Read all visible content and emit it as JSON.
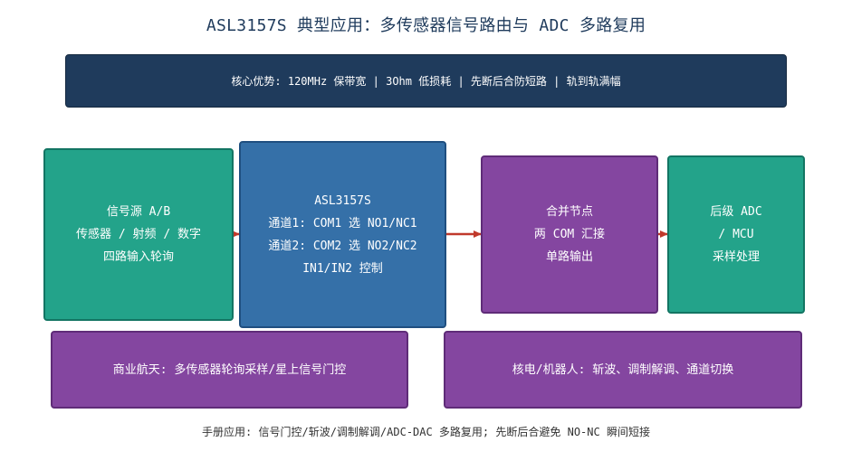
{
  "title": "ASL3157S 典型应用：多传感器信号路由与 ADC 多路复用",
  "banner": "核心优势: 120MHz 保带宽 | 3Ohm 低损耗 | 先断后合防短路 | 轨到轨满幅",
  "nodes": {
    "source": [
      "信号源 A/B",
      "传感器 / 射频 / 数字",
      "四路输入轮询"
    ],
    "switch": [
      "ASL3157S",
      "通道1: COM1 选 NO1/NC1",
      "通道2: COM2 选 NO2/NC2",
      "IN1/IN2 控制"
    ],
    "merge": [
      "合并节点",
      "两 COM 汇接",
      "单路输出"
    ],
    "adc": [
      "后级 ADC",
      "/ MCU",
      "采样处理"
    ]
  },
  "applications": {
    "aerospace": "商业航天: 多传感器轮询采样/星上信号门控",
    "nuclear": "核电/机器人: 斩波、调制解调、通道切换"
  },
  "footer": "手册应用: 信号门控/斩波/调制解调/ADC-DAC 多路复用; 先断后合避免 NO-NC 瞬间短接",
  "colors": {
    "title": "#1f3b5c",
    "banner": "#1f3b5c",
    "green": "#23a38a",
    "blue": "#3570a8",
    "purple": "#8446a0",
    "arrow": "#c0392b"
  }
}
